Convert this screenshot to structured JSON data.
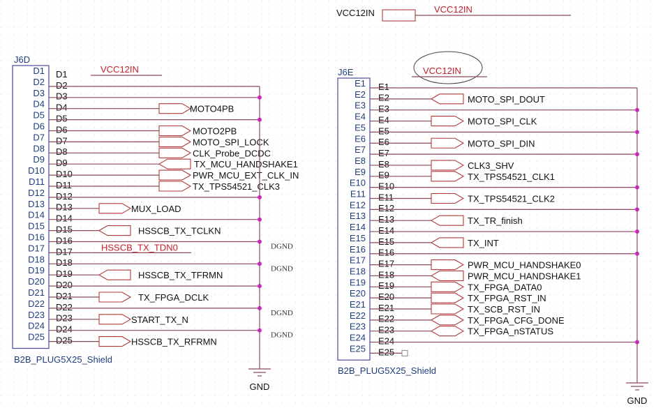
{
  "title_net": {
    "source_label": "VCC12IN",
    "net_label": "VCC12IN"
  },
  "colors": {
    "wire": "#8a4a5a",
    "port": "#b03a3a",
    "junction": "#e020e0",
    "symbol": "#4a4aa0",
    "net_red": "#c0202a"
  },
  "connectors": [
    {
      "ref": "J6D",
      "part": "B2B_PLUG5X25_Shield",
      "prefix": "D",
      "power_label": "VCC12IN",
      "ground_label": "GND",
      "gnd_rows": [
        2,
        3,
        5,
        12,
        14,
        16,
        18,
        20,
        22,
        24
      ],
      "dgnd_labels": [
        {
          "row": 16,
          "text": "DGND"
        },
        {
          "row": 18,
          "text": "DGND"
        },
        {
          "row": 22,
          "text": "DGND"
        },
        {
          "row": 24,
          "text": "DGND"
        }
      ],
      "signals": [
        {
          "rows": [
            4
          ],
          "name": "MOTO4PB",
          "dir": "out"
        },
        {
          "rows": [
            6
          ],
          "name": "MOTO2PB",
          "dir": "out"
        },
        {
          "rows": [
            7
          ],
          "name": "MOTO_SPI_LOCK",
          "dir": "out"
        },
        {
          "rows": [
            8
          ],
          "name": "CLK_Probe_DCDC",
          "dir": "out"
        },
        {
          "rows": [
            9
          ],
          "name": "TX_MCU_HANDSHAKE1",
          "dir": "in"
        },
        {
          "rows": [
            10
          ],
          "name": "PWR_MCU_EXT_CLK_IN",
          "dir": "out"
        },
        {
          "rows": [
            11
          ],
          "name": "TX_TPS54521_CLK3",
          "dir": "out"
        },
        {
          "rows": [
            13
          ],
          "name": "MUX_LOAD",
          "dir": "out"
        },
        {
          "rows": [
            15
          ],
          "name": "HSSCB_TX_TCLKN",
          "dir": "in"
        },
        {
          "rows": [
            17
          ],
          "name": "HSSCB_TX_TDN0",
          "dir": "net"
        },
        {
          "rows": [
            19
          ],
          "name": "HSSCB_TX_TFRMN",
          "dir": "in"
        },
        {
          "rows": [
            21
          ],
          "name": "TX_FPGA_DCLK",
          "dir": "out"
        },
        {
          "rows": [
            23
          ],
          "name": "START_TX_N",
          "dir": "out"
        },
        {
          "rows": [
            25
          ],
          "name": "HSSCB_TX_RFRMN",
          "dir": "out"
        }
      ]
    },
    {
      "ref": "J6E",
      "part": "B2B_PLUG5X25_Shield",
      "prefix": "E",
      "power_label": "VCC12IN",
      "ground_label": "GND",
      "gnd_rows": [
        1,
        3,
        5,
        7,
        10,
        12,
        14,
        16,
        24
      ],
      "signals": [
        {
          "rows": [
            2
          ],
          "name": "MOTO_SPI_DOUT",
          "dir": "in"
        },
        {
          "rows": [
            4
          ],
          "name": "MOTO_SPI_CLK",
          "dir": "out"
        },
        {
          "rows": [
            6
          ],
          "name": "MOTO_SPI_DIN",
          "dir": "out"
        },
        {
          "rows": [
            8
          ],
          "name": "CLK3_SHV",
          "dir": "out"
        },
        {
          "rows": [
            9
          ],
          "name": "TX_TPS54521_CLK1",
          "dir": "out"
        },
        {
          "rows": [
            11
          ],
          "name": "TX_TPS54521_CLK2",
          "dir": "out"
        },
        {
          "rows": [
            13
          ],
          "name": "TX_TR_finish",
          "dir": "in"
        },
        {
          "rows": [
            15
          ],
          "name": "TX_INT",
          "dir": "in"
        },
        {
          "rows": [
            17
          ],
          "name": "PWR_MCU_HANDSHAKE0",
          "dir": "out"
        },
        {
          "rows": [
            18
          ],
          "name": "PWR_MCU_HANDSHAKE1",
          "dir": "in"
        },
        {
          "rows": [
            19
          ],
          "name": "TX_FPGA_DATA0",
          "dir": "out"
        },
        {
          "rows": [
            20
          ],
          "name": "TX_FPGA_RST_IN",
          "dir": "out"
        },
        {
          "rows": [
            21
          ],
          "name": "TX_SCB_RST_IN",
          "dir": "out"
        },
        {
          "rows": [
            22
          ],
          "name": "TX_FPGA_CFG_DONE",
          "dir": "bidir"
        },
        {
          "rows": [
            23
          ],
          "name": "TX_FPGA_nSTATUS",
          "dir": "bidir"
        }
      ],
      "no_connect_rows": [
        25
      ]
    }
  ]
}
